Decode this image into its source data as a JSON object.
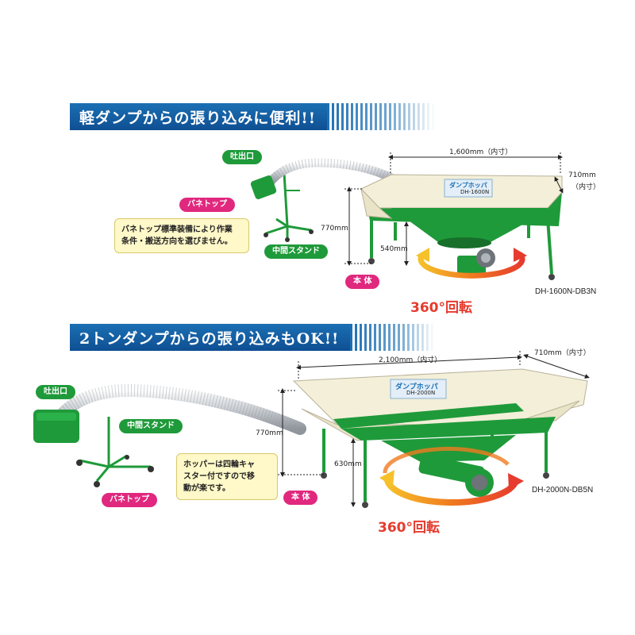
{
  "section1": {
    "headline": "軽ダンプからの張り込みに便利!!",
    "labels": {
      "outlet": "吐出口",
      "spring_top": "バネトップ",
      "middle_stand": "中間スタンド",
      "body": "本 体"
    },
    "note_lines": [
      "バネトップ標準装備により作業",
      "条件・搬送方向を選びません。"
    ],
    "dims": {
      "length": "1,600mm（内寸）",
      "width_line1": "710mm",
      "width_line2": "（内寸）",
      "height": "770mm",
      "lower_height": "540mm"
    },
    "rotation": "360°回転",
    "model": "DH-1600N-DB3N",
    "product_logo": "ダンプホッパ",
    "product_code": "DH-1600N"
  },
  "section2": {
    "headline": "2トンダンプからの張り込みもOK!!",
    "labels": {
      "outlet": "吐出口",
      "middle_stand": "中間スタンド",
      "spring_top": "バネトップ",
      "body": "本 体"
    },
    "note_lines": [
      "ホッパーは四輪キャ",
      "スター付ですので移",
      "動が楽です。"
    ],
    "dims": {
      "length": "2,100mm（内寸）",
      "width": "710mm（内寸）",
      "height": "770mm",
      "lower_height": "630mm"
    },
    "rotation": "360°回転",
    "model": "DH-2000N-DB5N",
    "product_logo": "ダンプホッパ",
    "product_code": "DH-2000N"
  },
  "colors": {
    "banner_blue": "#1b6fb3",
    "machine_green": "#1f9a3a",
    "hopper_cream": "#f3efd9",
    "tag_pink": "#e0287e",
    "rotation_red": "#e63b2e",
    "note_yellow": "#fff8c8"
  }
}
